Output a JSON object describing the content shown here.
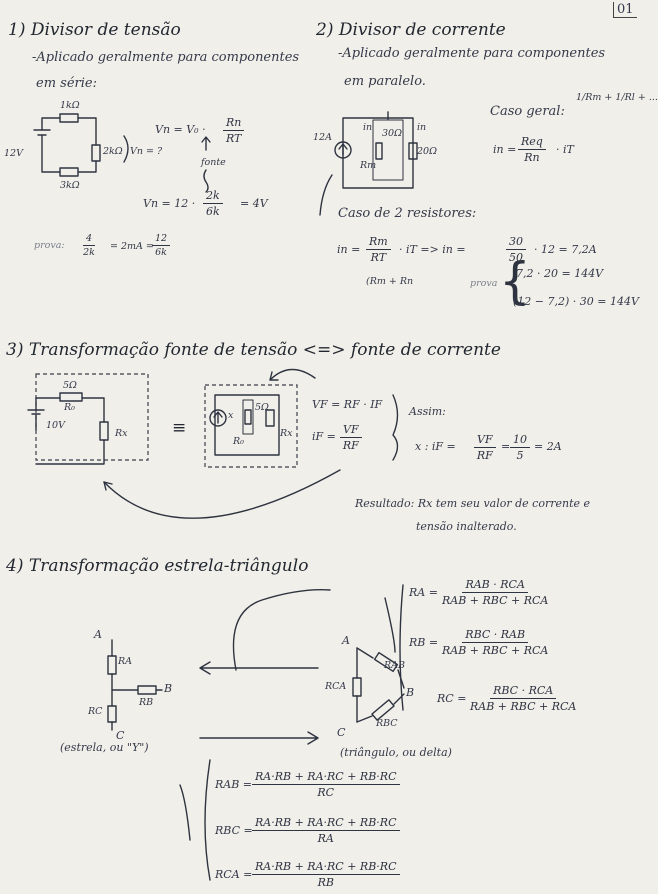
{
  "page_number": "01",
  "s1": {
    "title": "1) Divisor de tensão",
    "desc_1": "-Aplicado geralmente para componentes",
    "desc_2": "em série:",
    "r_top": "1kΩ",
    "r_side": "2kΩ",
    "r_bottom": "3kΩ",
    "source": "12V",
    "vn_question": "Vn = ?",
    "eq_lhs": "Vn = V₀ ·",
    "eq_num": "Rn",
    "eq_den": "RT",
    "fonte_label": "fonte",
    "calc_lhs": "Vn = 12 ·",
    "calc_num": "2k",
    "calc_den": "6k",
    "calc_rhs": "= 4V",
    "prova_label": "prova:",
    "prova_num1": "4",
    "prova_den1": "2k",
    "prova_mid": "= 2mA =",
    "prova_num2": "12",
    "prova_den2": "6k"
  },
  "s2": {
    "title": "2) Divisor de corrente",
    "desc_1": "-Aplicado geralmente para componentes",
    "desc_2": "em paralelo.",
    "source": "12A",
    "r_30": "30Ω",
    "r_20": "20Ω",
    "i_n": "in",
    "i_n_left": "in",
    "r_m": "Rm",
    "caso_geral": "Caso geral:",
    "cg_sum": "1/Rm + 1/Rl + ...",
    "ig_lhs": "in =",
    "ig_num": "Req",
    "ig_den": "Rn",
    "ig_rhs": "· iT",
    "caso2": "Caso de 2 resistores:",
    "c2_lhs": "in =",
    "c2_num": "Rm",
    "c2_den": "RT",
    "c2_rhs": "· iT  =>  in =",
    "c2_num2": "30",
    "c2_den2": "50",
    "c2_result": "· 12 = 7,2A",
    "c2_sum": "(Rm + Rn",
    "prova_label": "prova",
    "prova_1": "7,2 · 20 = 144V",
    "prova_2": "(12 − 7,2) · 30 = 144V"
  },
  "s3": {
    "title": "3) Transformação fonte de tensão <=> fonte de corrente",
    "r_val": "5Ω",
    "r_name": "R₀",
    "source": "10V",
    "rx": "Rx",
    "equiv": "≡",
    "src_x": "x",
    "r2_val": "5Ω",
    "r2_name": "R₀",
    "rx2": "Rx",
    "vf": "VF = RF · IF",
    "if_lhs": "iF =",
    "if_num": "VF",
    "if_den": "RF",
    "assim": "Assim:",
    "x_lhs": "x : iF =",
    "x_num": "VF",
    "x_den": "RF",
    "x_mid": "=",
    "x_num2": "10",
    "x_den2": "5",
    "x_rhs": "= 2A",
    "resultado_1": "Resultado: Rx tem seu valor de corrente e",
    "resultado_2": "tensão inalterado."
  },
  "s4": {
    "title": "4) Transformação estrela-triângulo",
    "y_A": "A",
    "y_B": "B",
    "y_C": "C",
    "y_RA": "RA",
    "y_RB": "RB",
    "y_RC": "RC",
    "y_caption": "(estrela, ou \"Y\")",
    "d_A": "A",
    "d_B": "B",
    "d_C": "C",
    "d_RAB": "RAB",
    "d_RBC": "RBC",
    "d_RCA": "RCA",
    "d_caption": "(triângulo, ou delta)",
    "ra_lhs": "RA =",
    "ra_num": "RAB · RCA",
    "ra_den": "RAB + RBC + RCA",
    "rb_lhs": "RB =",
    "rb_num": "RBC · RAB",
    "rb_den": "RAB + RBC + RCA",
    "rc_lhs": "RC =",
    "rc_num": "RBC · RCA",
    "rc_den": "RAB + RBC + RCA",
    "rab_lhs": "RAB =",
    "rab_num": "RA·RB + RA·RC + RB·RC",
    "rab_den": "RC",
    "rbc_lhs": "RBC =",
    "rbc_num": "RA·RB + RA·RC + RB·RC",
    "rbc_den": "RA",
    "rca_lhs": "RCA =",
    "rca_num": "RA·RB + RA·RC + RB·RC",
    "rca_den": "RB"
  }
}
